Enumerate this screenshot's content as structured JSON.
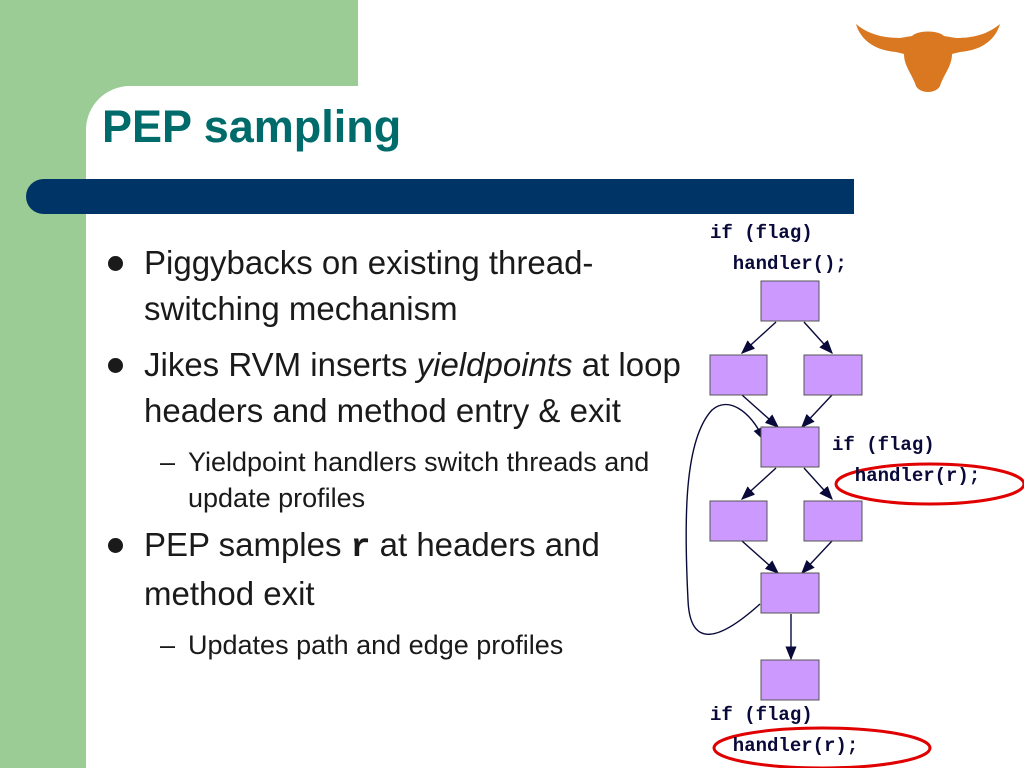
{
  "slide": {
    "title": "PEP sampling",
    "bullets": [
      {
        "level": 1,
        "text": "Piggybacks on existing thread-switching mechanism"
      },
      {
        "level": 1,
        "parts": [
          "Jikes RVM inserts ",
          "yieldpoints",
          " at loop headers and method entry & exit"
        ]
      },
      {
        "level": 2,
        "text": "Yieldpoint handlers switch threads and update profiles"
      },
      {
        "level": 1,
        "parts": [
          "PEP samples ",
          "r",
          " at headers and method exit"
        ]
      },
      {
        "level": 2,
        "text": "Updates path and edge profiles"
      }
    ]
  },
  "diagram": {
    "top_code": {
      "line1": "if (flag)",
      "line2": "  handler();"
    },
    "mid_code": {
      "line1": "if (flag)",
      "line2": "  handler(r);"
    },
    "bottom_code": {
      "line1": "if (flag)",
      "line2": "  handler(r);"
    },
    "node_color": "#cc99ff",
    "highlight_color": "#e00000"
  },
  "colors": {
    "title": "#006b6b",
    "title_bar": "#003366",
    "side_panel": "#9ccc96",
    "logo": "#d97821"
  },
  "logo": {
    "icon": "longhorn-icon"
  }
}
